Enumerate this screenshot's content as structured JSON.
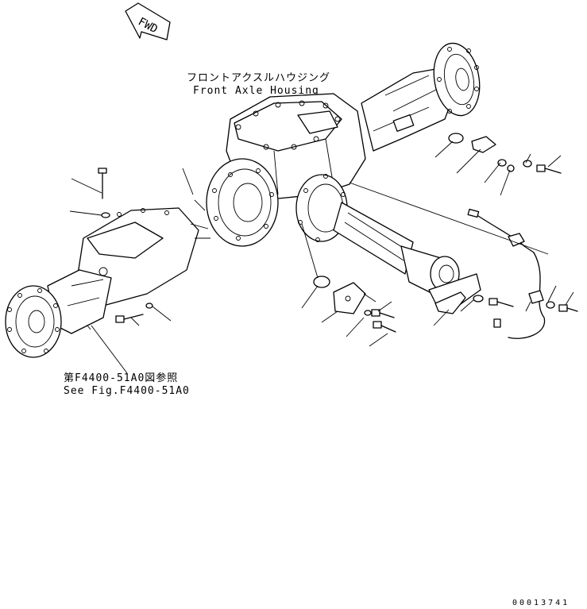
{
  "fwd_label": "FWD",
  "housing_label_jp": "フロントアクスルハウジング",
  "housing_label_en": "Front Axle Housing",
  "ref_label_jp": "第F4400-51A0図参照",
  "ref_label_en": "See Fig.F4400-51A0",
  "drawing_number": "00013741"
}
